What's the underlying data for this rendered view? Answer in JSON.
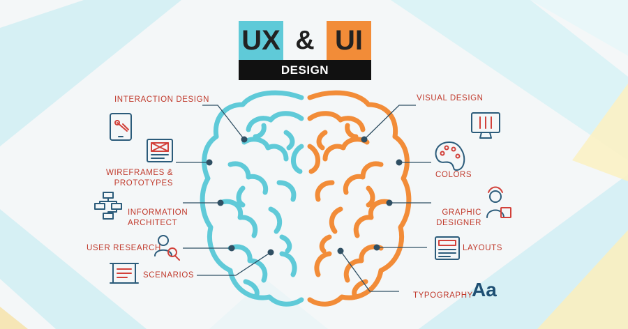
{
  "title": {
    "ux": "UX",
    "amp": "&",
    "ui": "UI",
    "design": "DESIGN"
  },
  "colors": {
    "ux_brain": "#5fcad8",
    "ui_brain": "#f28c38",
    "label": "#c0392b",
    "icon": "#2b5b7a",
    "connector": "#2f4f63"
  },
  "ux_labels": {
    "interaction_design": "INTERACTION DESIGN",
    "wireframes_line1": "WIREFRAMES &",
    "wireframes_line2": "PROTOTYPES",
    "information_line1": "INFORMATION",
    "information_line2": "ARCHITECT",
    "user_research": "USER RESEARCH",
    "scenarios": "SCENARIOS"
  },
  "ui_labels": {
    "visual_design": "VISUAL DESIGN",
    "colors": "COLORS",
    "graphic_line1": "GRAPHIC",
    "graphic_line2": "DESIGNER",
    "layouts": "LAYOUTS",
    "typography": "TYPOGRAPHY",
    "typography_glyph": "Aa"
  },
  "icons": {
    "interaction_design": "tablet-touch-icon",
    "wireframes": "wireframe-icon",
    "information_architect": "sitemap-icon",
    "user_research": "user-search-icon",
    "scenarios": "scroll-icon",
    "visual_design": "monitor-tools-icon",
    "colors": "palette-icon",
    "graphic_designer": "designer-icon",
    "layouts": "layout-icon"
  }
}
